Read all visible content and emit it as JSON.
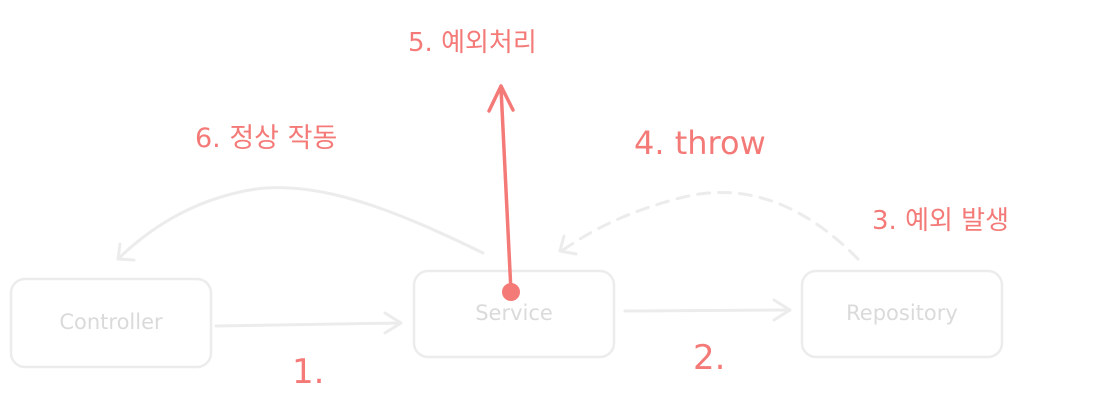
{
  "boxes": {
    "controller": "Controller",
    "service": "Service",
    "repository": "Repository"
  },
  "steps": {
    "s1": "1.",
    "s2": "2.",
    "s3": "3. 예외 발생",
    "s4": "4. throw",
    "s5": "5. 예외처리",
    "s6": "6. 정상 작동"
  },
  "colors": {
    "accent": "#f47a78",
    "box_stroke": "#ececec",
    "box_text": "#dadada"
  }
}
